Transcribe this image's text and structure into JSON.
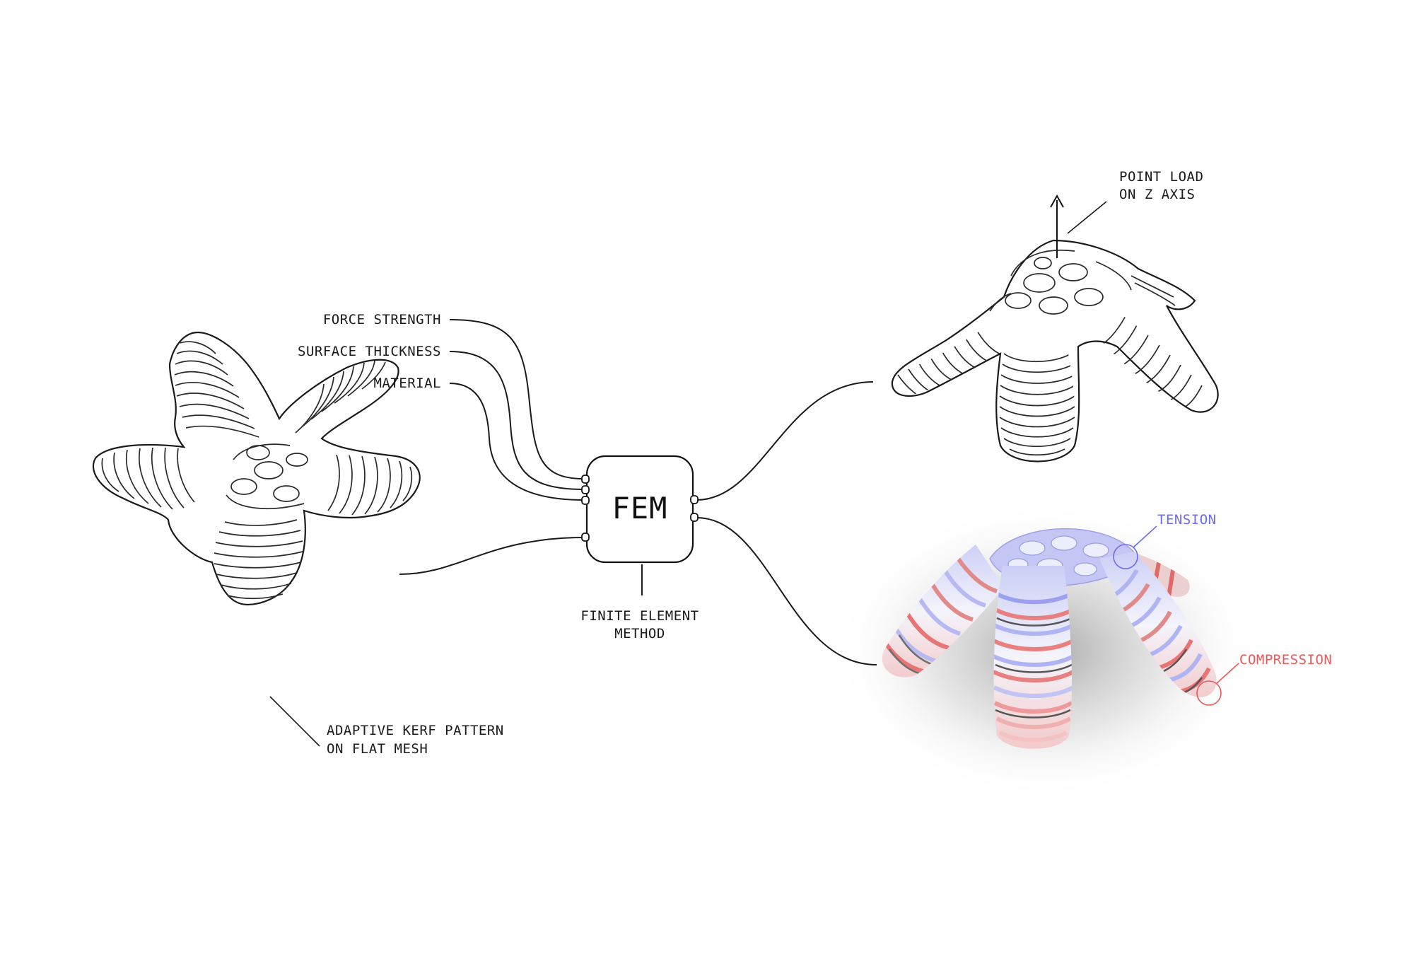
{
  "diagram": {
    "inputs": {
      "force_strength": "FORCE STRENGTH",
      "surface_thickness": "SURFACE THICKNESS",
      "material": "MATERIAL"
    },
    "node": {
      "label": "FEM",
      "caption_line1": "FINITE ELEMENT",
      "caption_line2": "METHOD"
    },
    "flat_mesh": {
      "caption_line1": "ADAPTIVE KERF PATTERN",
      "caption_line2": "ON FLAT MESH"
    },
    "load": {
      "caption_line1": "POINT LOAD",
      "caption_line2": "ON Z AXIS"
    },
    "stress": {
      "tension_label": "TENSION",
      "compression_label": "COMPRESSION"
    },
    "colors": {
      "tension": "#6b6bf0",
      "compression": "#e85a5a",
      "ink": "#1a1a1a"
    }
  }
}
